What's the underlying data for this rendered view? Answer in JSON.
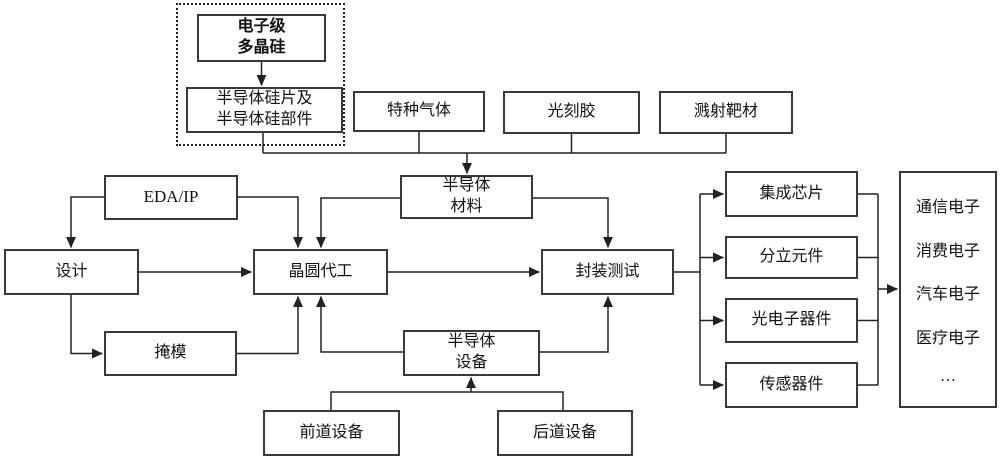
{
  "figure": {
    "background_color": "#ffffff",
    "line_color": "#222222",
    "box_border_color": "#3a3a3a",
    "text_color": "#111111"
  },
  "nodes": {
    "polysilicon": {
      "label": "电子级\n多晶硅"
    },
    "silicon_wafer": {
      "label": "半导体硅片及\n半导体硅部件"
    },
    "special_gas": {
      "label": "特种气体"
    },
    "photoresist": {
      "label": "光刻胶"
    },
    "sputtering_target": {
      "label": "溅射靶材"
    },
    "semiconductor_materials": {
      "label": "半导体\n材料"
    },
    "eda_ip": {
      "label": "EDA/IP"
    },
    "design": {
      "label": "设计"
    },
    "mask": {
      "label": "掩模"
    },
    "wafer_foundry": {
      "label": "晶圆代工"
    },
    "packaging_testing": {
      "label": "封装测试"
    },
    "semiconductor_equipment": {
      "label": "半导体\n设备"
    },
    "frontend_equipment": {
      "label": "前道设备"
    },
    "backend_equipment": {
      "label": "后道设备"
    },
    "integrated_chips": {
      "label": "集成芯片"
    },
    "discrete_components": {
      "label": "分立元件"
    },
    "optoelectronic_devices": {
      "label": "光电子器件"
    },
    "sensor_devices": {
      "label": "传感器件"
    },
    "applications": {
      "items": [
        "通信电子",
        "消费电子",
        "汽车电子",
        "医疗电子",
        "…"
      ]
    }
  }
}
